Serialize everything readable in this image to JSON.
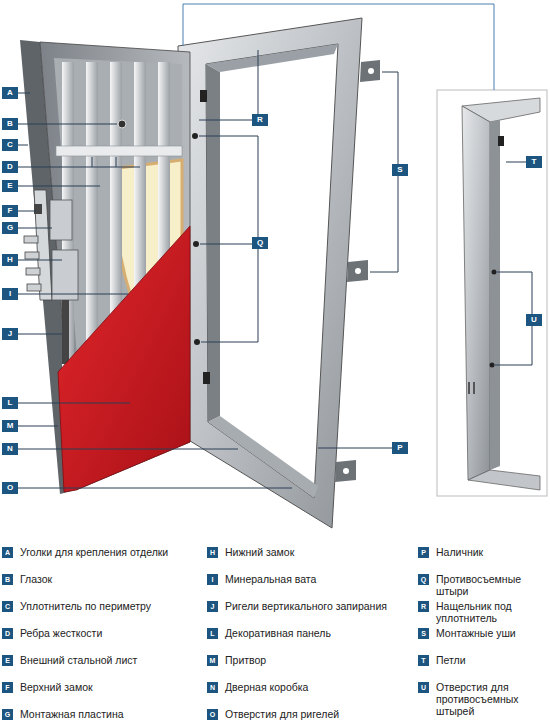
{
  "diagram": {
    "nodes": [
      {
        "text": [
          "A"
        ]
      },
      {
        "text": [
          "B"
        ]
      },
      {
        "text": [
          "C"
        ]
      },
      {
        "text": [
          "D"
        ]
      },
      {
        "text": [
          "E"
        ]
      },
      {
        "text": [
          "F"
        ]
      },
      {
        "text": [
          "G"
        ]
      },
      {
        "text": [
          "H"
        ]
      },
      {
        "text": [
          "I"
        ]
      },
      {
        "text": [
          "J"
        ]
      },
      {
        "text": [
          "L"
        ]
      },
      {
        "text": [
          "M"
        ]
      },
      {
        "text": [
          "N"
        ]
      },
      {
        "text": [
          "O"
        ]
      },
      {
        "text": [
          "R"
        ]
      },
      {
        "text": [
          "S"
        ]
      },
      {
        "text": [
          "T"
        ]
      },
      {
        "text": [
          "Q"
        ]
      },
      {
        "text": [
          "U"
        ]
      },
      {
        "text": [
          "P"
        ]
      },
      {
        "text": [
          "A",
          "Уголки для крепления отделки"
        ]
      },
      {
        "text": [
          "B",
          "Глазок"
        ]
      },
      {
        "text": [
          "C",
          "Уплотнитель по периметру"
        ]
      },
      {
        "text": [
          "D",
          "Ребра жесткости"
        ]
      },
      {
        "text": [
          "E",
          "Внешний стальной лист"
        ]
      },
      {
        "text": [
          "F",
          "Верхний замок"
        ]
      },
      {
        "text": [
          "G",
          "Монтажная пластина"
        ]
      },
      {
        "text": [
          "H",
          "Нижний замок"
        ]
      },
      {
        "text": [
          "I",
          "Минеральная вата"
        ]
      },
      {
        "text": [
          "J",
          "Ригели вертикального запирания"
        ]
      },
      {
        "text": [
          "L",
          "Декоративная панель"
        ]
      },
      {
        "text": [
          "M",
          "Притвор"
        ]
      },
      {
        "text": [
          "N",
          "Дверная коробка"
        ]
      },
      {
        "text": [
          "O",
          "Отверстия для ригелей"
        ]
      },
      {
        "text": [
          "P",
          "Наличник"
        ]
      },
      {
        "text": [
          "Q",
          "Противосъемные штыри"
        ]
      },
      {
        "text": [
          "R",
          "Нащельник под уплотнитель"
        ]
      },
      {
        "text": [
          "S",
          "Монтажные уши"
        ]
      },
      {
        "text": [
          "T",
          "Петли"
        ]
      },
      {
        "text": [
          "U",
          "Отверстия для противосъемных штырей"
        ]
      }
    ]
  }
}
